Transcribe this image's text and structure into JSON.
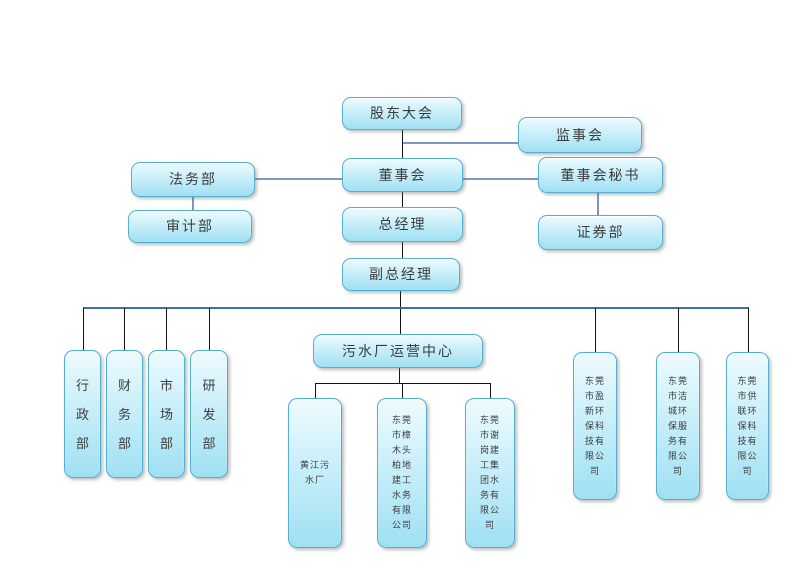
{
  "colors": {
    "box-border": "#54aecf",
    "box-top": "#eefbfe",
    "box-mid": "#c9effa",
    "box-bottom": "#9fe0f3",
    "text": "#3d3d3d",
    "line-dark": "#141414",
    "line-blue": "#3f6fa5",
    "line-light": "#7b97c2"
  },
  "nodes": {
    "shareholders_meeting": "股东大会",
    "supervisory_board": "监事会",
    "board_of_directors": "董事会",
    "legal_dept": "法务部",
    "board_secretary": "董事会秘书",
    "audit_dept": "审计部",
    "general_manager": "总经理",
    "securities_dept": "证券部",
    "deputy_general_manager": "副总经理",
    "sewage_plant_operation_center": "污水厂运营中心",
    "admin_dept": "行\n政\n部",
    "finance_dept": "财\n务\n部",
    "marketing_dept": "市\n场\n部",
    "rd_dept": "研\n发\n部",
    "huangjiang_sewage_plant": "黄江污\n水厂",
    "zhangmutou_company": "东莞\n市樟\n木头\n柏地\n建工\n水务\n有限\n公司",
    "xiegang_company": "东莞\n市谢\n岗建\n工集\n团水\n务有\n限公\n司",
    "yingxin_company": "东莞\n市盈\n新环\n保科\n技有\n限公\n司",
    "jiecheng_company": "东莞\n市洁\n城环\n保服\n务有\n限公\n司",
    "gonglian_company": "东莞\n市供\n联环\n保科\n技有\n限公\n司"
  }
}
